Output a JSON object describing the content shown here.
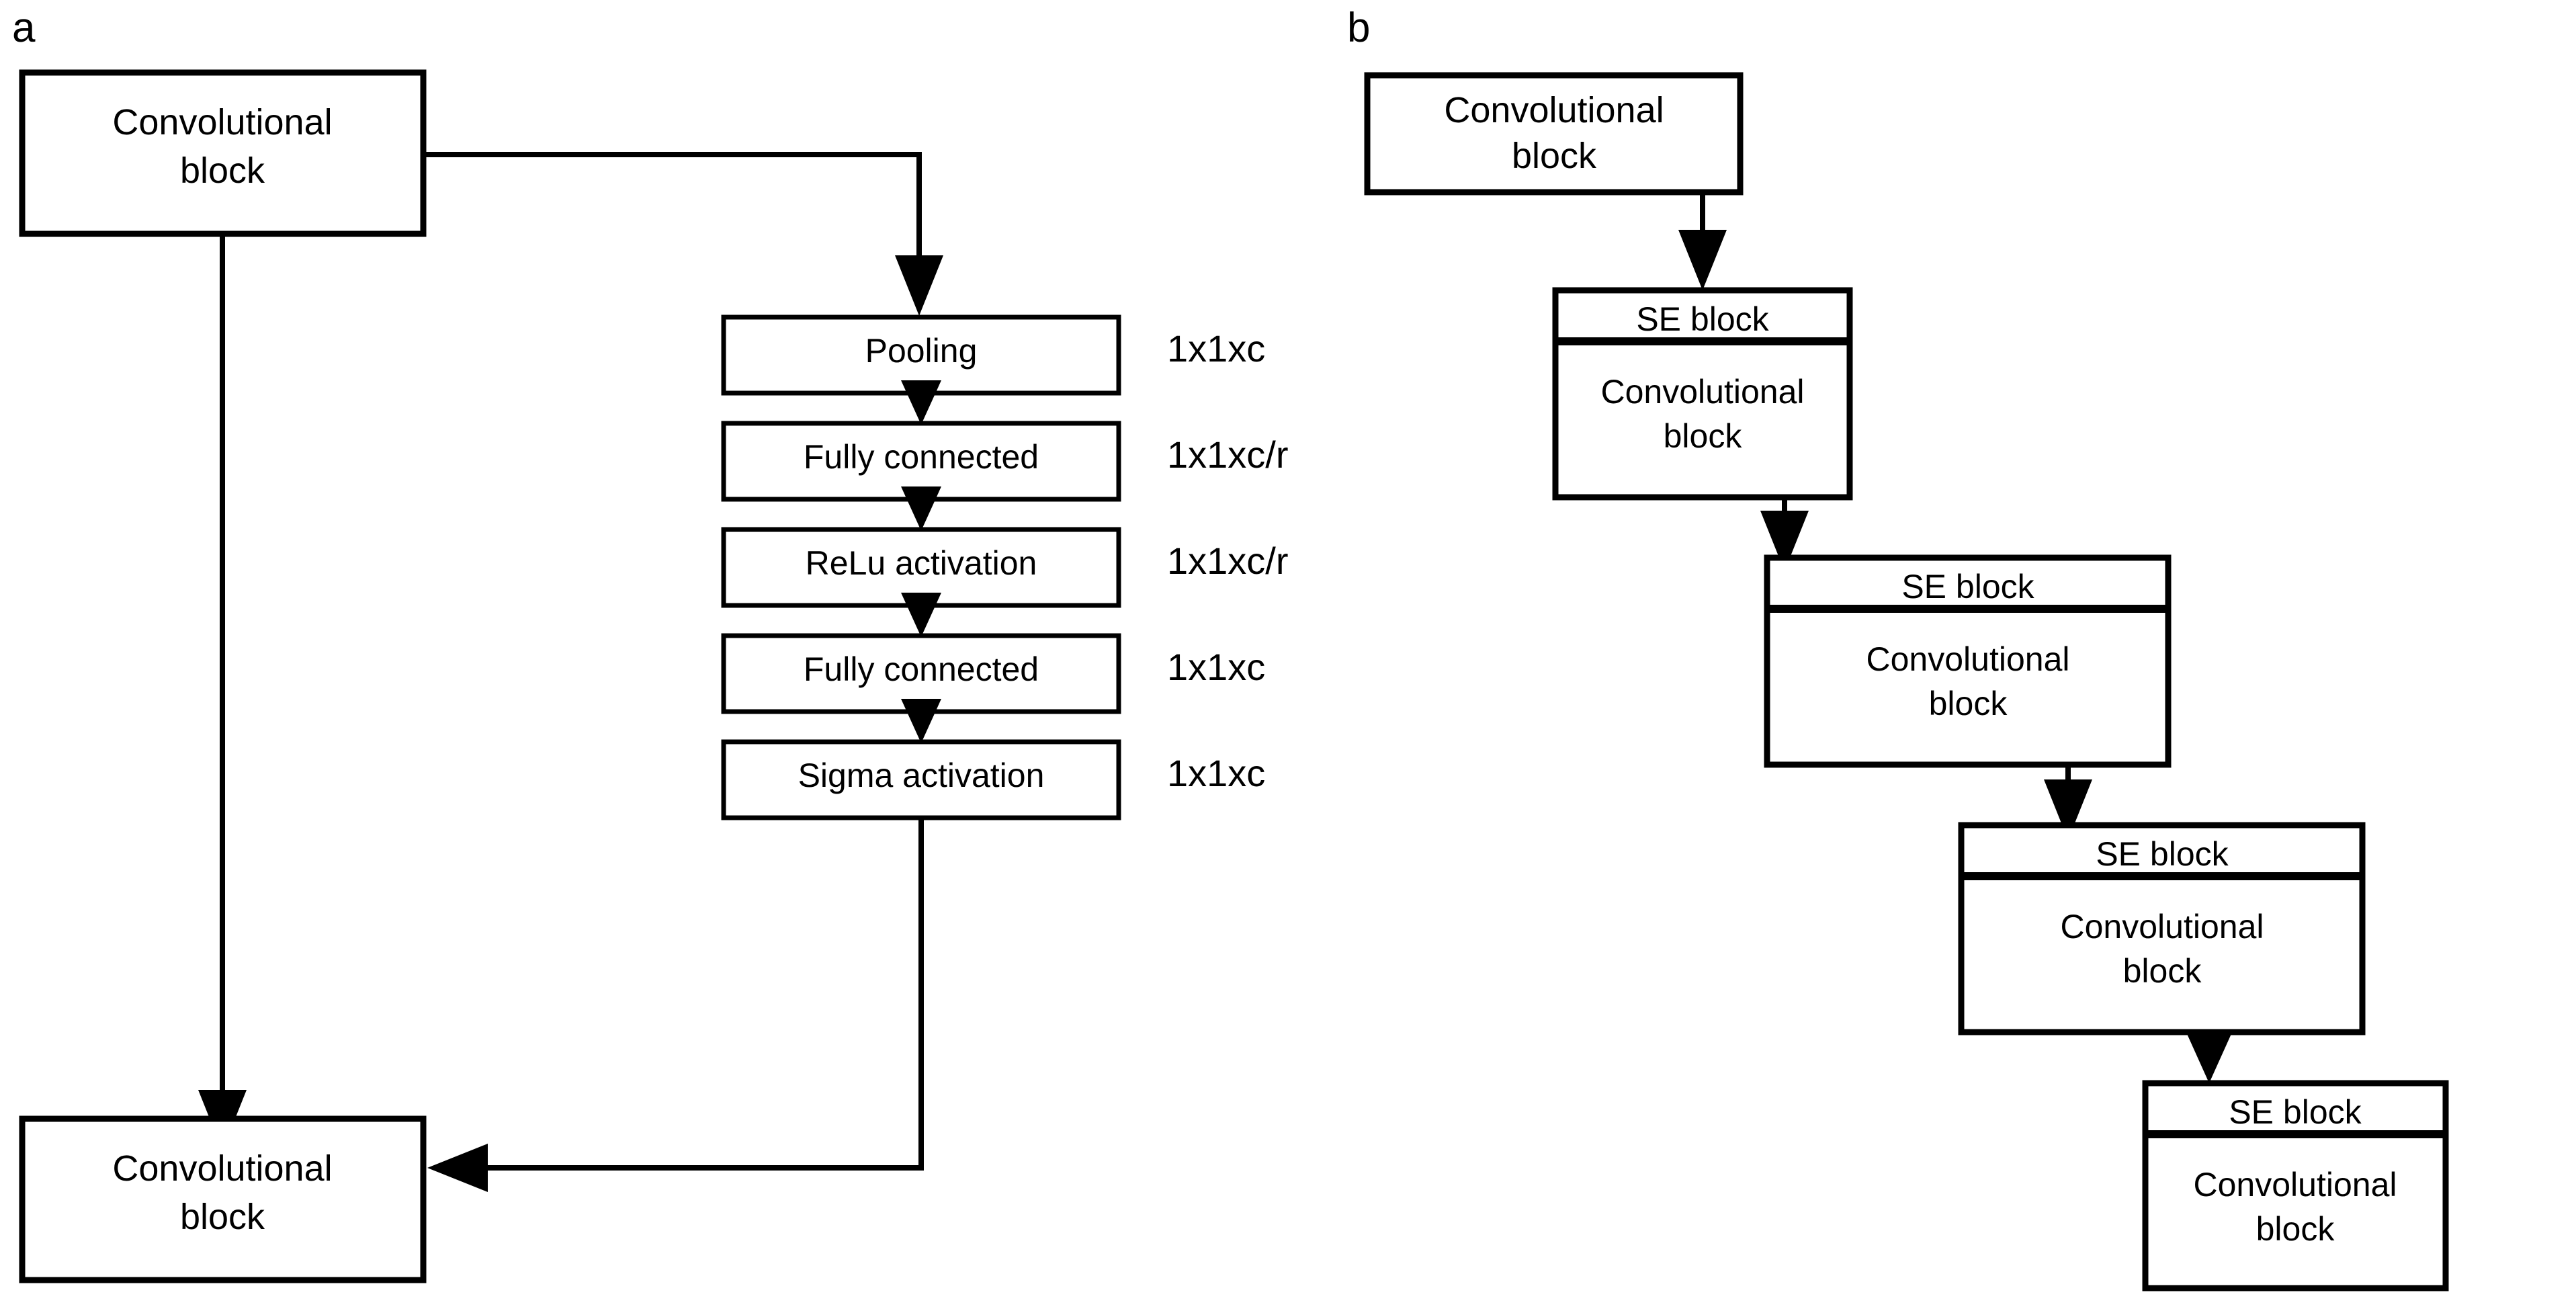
{
  "figure": {
    "background_color": "#ffffff",
    "stroke_color": "#000000"
  },
  "panel_a": {
    "letter": "a",
    "input_block": {
      "line1": "Convolutional",
      "line2": "block"
    },
    "output_block": {
      "line1": "Convolutional",
      "line2": "block"
    },
    "se_path": [
      {
        "label": "Pooling",
        "dimension": "1x1xc"
      },
      {
        "label": "Fully connected",
        "dimension": "1x1xc/r"
      },
      {
        "label": "ReLu activation",
        "dimension": "1x1xc/r"
      },
      {
        "label": "Fully connected",
        "dimension": "1x1xc"
      },
      {
        "label": "Sigma activation",
        "dimension": "1x1xc"
      }
    ]
  },
  "panel_b": {
    "letter": "b",
    "input_block": {
      "line1": "Convolutional",
      "line2": "block"
    },
    "se_blocks": [
      {
        "header": "SE block",
        "body_line1": "Convolutional",
        "body_line2": "block"
      },
      {
        "header": "SE block",
        "body_line1": "Convolutional",
        "body_line2": "block"
      },
      {
        "header": "SE block",
        "body_line1": "Convolutional",
        "body_line2": "block"
      },
      {
        "header": "SE block",
        "body_line1": "Convolutional",
        "body_line2": "block"
      }
    ]
  }
}
